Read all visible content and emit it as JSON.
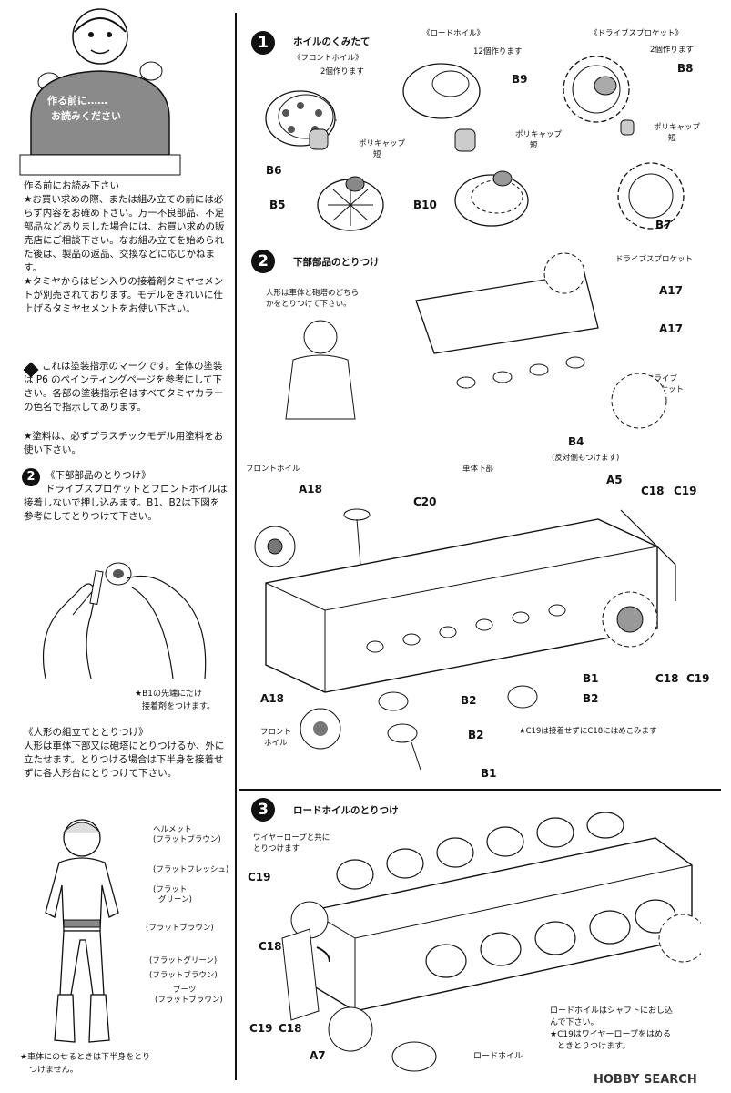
{
  "left": {
    "banner_line1": "作る前に……",
    "banner_line2": "お読みください",
    "read_title": "作る前にお読み下さい",
    "read_p1": "★お買い求めの際、または組み立ての前には必らず内容をお確め下さい。万一不良部品、不足部品などありました場合には、お買い求めの販売店にご相談下さい。なお組み立てを始められた後は、製品の返品、交換などに応じかねます。",
    "read_p2": "★タミヤからはビン入りの接着剤タミヤセメントが別売されております。モデルをきれいに仕上げるタミヤセメントをお使い下さい。",
    "read_p3": "これは塗装指示のマークです。全体の塗装は P6 のペインティングページを参考にして下さい。各部の塗装指示名はすべてタミヤカラーの色名で指示してあります。",
    "read_p4": "★塗料は、必ずプラスチックモデル用塗料をお使い下さい。",
    "step2_num": "2",
    "step2_title": "《下部部品のとりつけ》",
    "step2_text": "ドライブスプロケットとフロントホイルは接着しないで押し込みます。B1、B2は下図を参考にしてとりつけて下さい。",
    "b1_note_line1": "★B1の先端にだけ",
    "b1_note_line2": "接着剤をつけます。",
    "figure_title": "《人形の組立てととりつけ》",
    "figure_text": "人形は車体下部又は砲塔にとりつけるか、外に立たせます。とりつける場合は下半身を接着せずに各人形台にとりつけて下さい。",
    "paint_labels": [
      {
        "a": "ヘルメット",
        "b": "(フラットブラウン)"
      },
      {
        "a": "(フラットフレッシュ)",
        "b": ""
      },
      {
        "a": "(フラット",
        "b": "グリーン)"
      },
      {
        "a": "(フラットブラウン)",
        "b": ""
      },
      {
        "a": "(フラットグリーン)",
        "b": ""
      },
      {
        "a": "(フラットブラウン)",
        "b": ""
      },
      {
        "a": "ブーツ",
        "b": "(フラットブラウン)"
      }
    ],
    "bottom_note_line1": "★車体にのせるときは下半身をとり",
    "bottom_note_line2": "つけません。"
  },
  "step1": {
    "num": "1",
    "title": "ホイルのくみたて",
    "front_wheel": "《フロントホイル》",
    "front_count": "2個作ります",
    "road_wheel": "《ロードホイル》",
    "road_count": "12個作ります",
    "drive": "《ドライブスプロケット》",
    "drive_count": "2個作ります",
    "polycap_a": "ポリキャップ",
    "polycap_b": "短",
    "parts": [
      "B6",
      "B5",
      "B9",
      "B10",
      "B8",
      "B7"
    ]
  },
  "step2": {
    "num": "2",
    "title": "下部部品のとりつけ",
    "figure_note_line1": "人形は車体と砲塔のどちら",
    "figure_note_line2": "かをとりつけて下さい。",
    "drive_sprocket": "ドライブスプロケット",
    "drive_a": "ドライブ",
    "drive_b": "スプロケット",
    "hull_lower": "車体下部",
    "opposite_side": "(反対側もつけます)",
    "front_wheel": "フロントホイル",
    "front_a": "フロント",
    "front_b": "ホイル",
    "c19_note": "★C19は接着せずにC18にはめこみます",
    "parts": {
      "a17": "A17",
      "a17b": "A17",
      "b4": "B4",
      "a5": "A5",
      "c18": "C18",
      "c19": "C19",
      "c18b": "C18",
      "c19b": "C19",
      "a18": "A18",
      "a18b": "A18",
      "c20": "C20",
      "b1": "B1",
      "b1b": "B1",
      "b2": "B2",
      "b2b": "B2",
      "b2c": "B2"
    }
  },
  "step3": {
    "num": "3",
    "title": "ロードホイルのとりつけ",
    "wire_line1": "ワイヤーロープと共に",
    "wire_line2": "とりつけます",
    "road_wheel": "ロードホイル",
    "note_line1": "ロードホイルはシャフトにおし込",
    "note_line2": "んで下さい。",
    "note_line3": "★C19はワイヤーロープをはめる",
    "note_line4": "ときとりつけます。",
    "parts": {
      "c19": "C19",
      "c18": "C18",
      "c19b": "C19",
      "c18b": "C18",
      "a7": "A7"
    }
  },
  "watermark": "HOBBY SEARCH"
}
